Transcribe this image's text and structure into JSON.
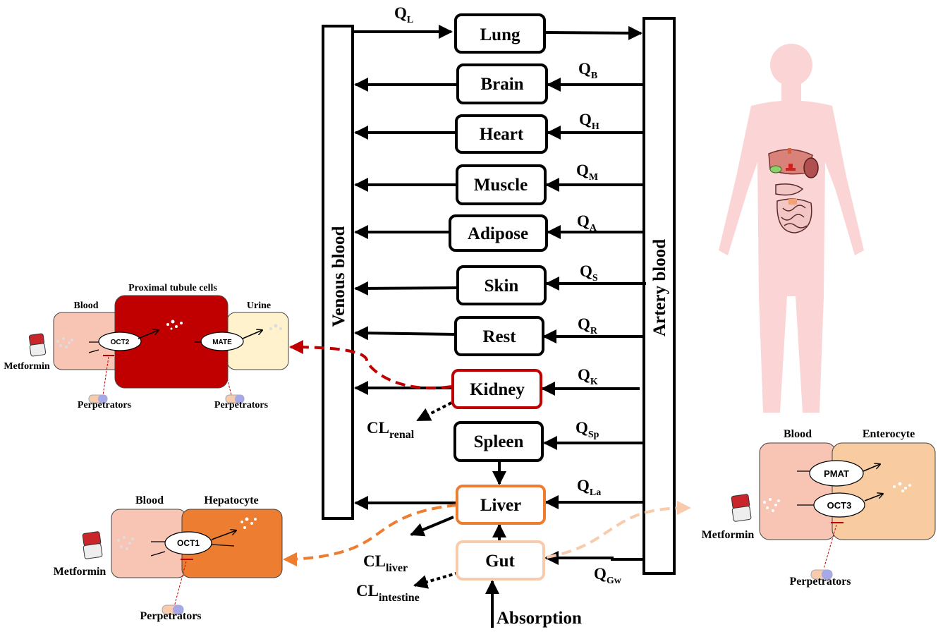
{
  "venous_label": "Venous  blood",
  "artery_label": "Artery blood",
  "organs": {
    "lung": "Lung",
    "brain": "Brain",
    "heart": "Heart",
    "muscle": "Muscle",
    "adipose": "Adipose",
    "skin": "Skin",
    "rest": "Rest",
    "kidney": "Kidney",
    "spleen": "Spleen",
    "liver": "Liver",
    "gut": "Gut"
  },
  "flows": {
    "lung": {
      "main": "Q",
      "sub": "L"
    },
    "brain": {
      "main": "Q",
      "sub": "B"
    },
    "heart": {
      "main": "Q",
      "sub": "H"
    },
    "muscle": {
      "main": "Q",
      "sub": "M"
    },
    "adipose": {
      "main": "Q",
      "sub": "A"
    },
    "skin": {
      "main": "Q",
      "sub": "S"
    },
    "rest": {
      "main": "Q",
      "sub": "R"
    },
    "kidney": {
      "main": "Q",
      "sub": "K"
    },
    "spleen": {
      "main": "Q",
      "sub": "Sp"
    },
    "liver": {
      "main": "Q",
      "sub": "La"
    },
    "gut": {
      "main": "Q",
      "sub": "Gw"
    }
  },
  "clearances": {
    "renal": {
      "main": "CL",
      "sub": "renal"
    },
    "liver": {
      "main": "CL",
      "sub": "liver"
    },
    "intestine": {
      "main": "CL",
      "sub": "intestine"
    }
  },
  "absorption": "Absorption",
  "kidney_panel": {
    "title_middle": "Proximal tubule cells",
    "title_left": "Blood",
    "title_right": "Urine",
    "transporter_in": "OCT2",
    "transporter_out": "MATE",
    "drug": "Metformin",
    "perp_left": "Perpetrators",
    "perp_right": "Perpetrators"
  },
  "liver_panel": {
    "title_left": "Blood",
    "title_right": "Hepatocyte",
    "transporter": "OCT1",
    "drug": "Metformin",
    "perp": "Perpetrators"
  },
  "gut_panel": {
    "title_left": "Blood",
    "title_right": "Enterocyte",
    "transporter_top": "PMAT",
    "transporter_bottom": "OCT3",
    "drug": "Metformin",
    "perp": "Perpetrators"
  },
  "colors": {
    "kidney": "#c00000",
    "liver": "#ed7d31",
    "gut": "#f8cbad",
    "blood_cell": "#f8c5b5",
    "urine": "#fff2cc",
    "enterocyte": "#f8cba0",
    "body": "#fbd5d5"
  }
}
